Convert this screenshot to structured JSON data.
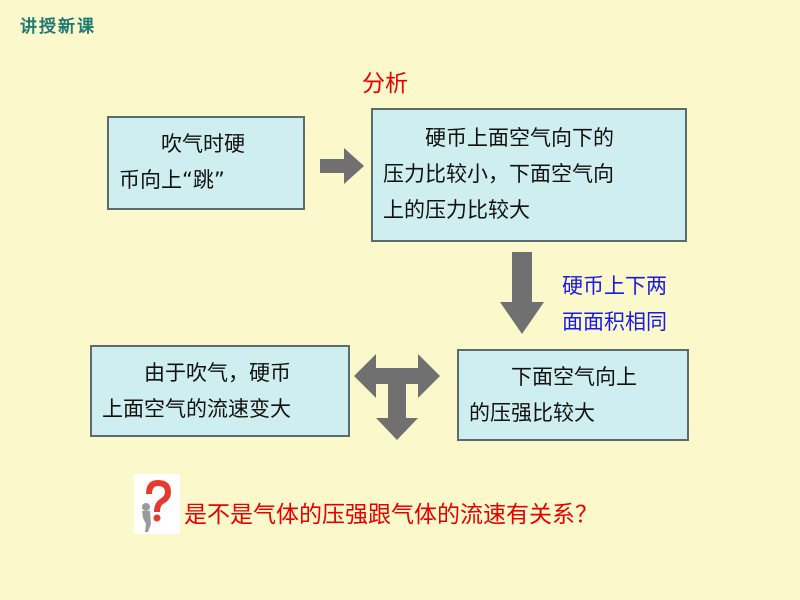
{
  "header": {
    "label": "讲授新课"
  },
  "diagram": {
    "title": "分析",
    "box1": "吹气时硬\n币向上“跳”",
    "box2": "硬币上面空气向下的\n压力比较小，下面空气向\n上的压力比较大",
    "note": "硬币上下两\n面面积相同",
    "box3": "由于吹气，硬币\n上面空气的流速变大",
    "box4": "下面空气向上\n的压强比较大"
  },
  "question": {
    "text": "是不是气体的压强跟气体的流速有关系？",
    "icon": "question-mark-figure-icon"
  },
  "colors": {
    "background": "#fbf8cc",
    "box_fill": "#cfeef0",
    "arrow": "#707070",
    "title": "#e60000",
    "note": "#1a1ae6",
    "header": "#1f7a70"
  }
}
